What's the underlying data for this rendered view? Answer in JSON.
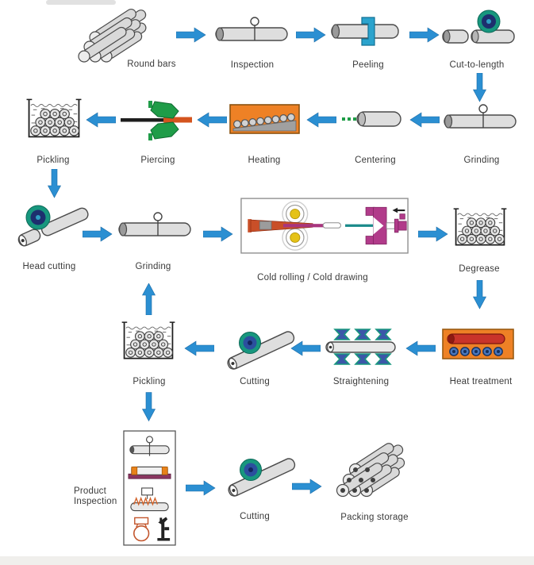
{
  "diagram": {
    "type": "process-flow",
    "subject": "Steel tube manufacturing process",
    "palette": {
      "arrow_blue": "#2b8fd2",
      "disc_teal": "#17977e",
      "disc_navy": "#1d2f6e",
      "disc_blue": "#2b4f9e",
      "furnace_orange": "#ee8125",
      "furnace_red": "#c9342a",
      "piercing_green": "#1f9c48",
      "die_magenta": "#a8357e",
      "roller_yellow": "#e5c217",
      "clamp_blue": "#2ba3cd",
      "tube_gray": "#dedede"
    }
  },
  "nodes": {
    "round_bars": {
      "label": "Round bars"
    },
    "inspection": {
      "label": "Inspection"
    },
    "peeling": {
      "label": "Peeling"
    },
    "cut_to_length": {
      "label": "Cut-to-length"
    },
    "grinding_1": {
      "label": "Grinding"
    },
    "centering": {
      "label": "Centering"
    },
    "heating": {
      "label": "Heating"
    },
    "piercing": {
      "label": "Piercing"
    },
    "pickling_1": {
      "label": "Pickling"
    },
    "head_cutting": {
      "label": "Head cutting"
    },
    "grinding_2": {
      "label": "Grinding"
    },
    "cold_rolling": {
      "label": "Cold rolling / Cold drawing"
    },
    "degrease": {
      "label": "Degrease"
    },
    "heat_treatment": {
      "label": "Heat treatment"
    },
    "straightening": {
      "label": "Straightening"
    },
    "cutting_1": {
      "label": "Cutting"
    },
    "pickling_2": {
      "label": "Pickling"
    },
    "product_inspection": {
      "line1": "Product",
      "line2": "Inspection"
    },
    "cutting_2": {
      "label": "Cutting"
    },
    "packing_storage": {
      "label": "Packing storage"
    }
  },
  "flow_sequence": [
    "Round bars",
    "Inspection",
    "Peeling",
    "Cut-to-length",
    "Grinding",
    "Centering",
    "Heating",
    "Piercing",
    "Pickling",
    "Head cutting",
    "Grinding",
    "Cold rolling / Cold drawing",
    "Degrease",
    "Heat treatment",
    "Straightening",
    "Cutting",
    "Pickling",
    "Product Inspection",
    "Cutting",
    "Packing storage"
  ],
  "arrows": [
    {
      "from": "Round bars",
      "to": "Inspection",
      "direction": "right"
    },
    {
      "from": "Inspection",
      "to": "Peeling",
      "direction": "right"
    },
    {
      "from": "Peeling",
      "to": "Cut-to-length",
      "direction": "right"
    },
    {
      "from": "Cut-to-length",
      "to": "Grinding",
      "direction": "down"
    },
    {
      "from": "Grinding",
      "to": "Centering",
      "direction": "left"
    },
    {
      "from": "Centering",
      "to": "Heating",
      "direction": "left"
    },
    {
      "from": "Heating",
      "to": "Piercing",
      "direction": "left"
    },
    {
      "from": "Piercing",
      "to": "Pickling",
      "direction": "left"
    },
    {
      "from": "Pickling",
      "to": "Head cutting",
      "direction": "down"
    },
    {
      "from": "Head cutting",
      "to": "Grinding",
      "direction": "right"
    },
    {
      "from": "Grinding",
      "to": "Cold rolling / Cold drawing",
      "direction": "right"
    },
    {
      "from": "Cold rolling / Cold drawing",
      "to": "Degrease",
      "direction": "right"
    },
    {
      "from": "Degrease",
      "to": "Heat treatment",
      "direction": "down"
    },
    {
      "from": "Heat treatment",
      "to": "Straightening",
      "direction": "left"
    },
    {
      "from": "Straightening",
      "to": "Cutting",
      "direction": "left"
    },
    {
      "from": "Cutting",
      "to": "Pickling",
      "direction": "left"
    },
    {
      "from": "Pickling",
      "to": "Grinding",
      "direction": "up"
    },
    {
      "from": "Pickling",
      "to": "Product Inspection",
      "direction": "down"
    },
    {
      "from": "Product Inspection",
      "to": "Cutting",
      "direction": "right"
    },
    {
      "from": "Cutting",
      "to": "Packing storage",
      "direction": "right"
    }
  ]
}
